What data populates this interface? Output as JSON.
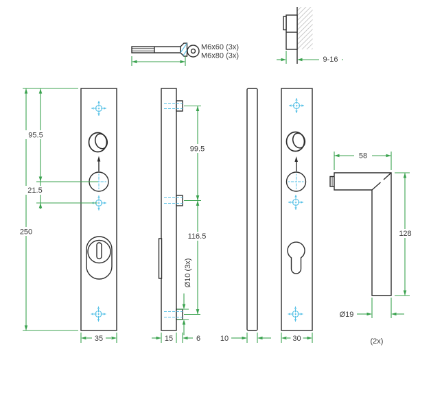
{
  "screw": {
    "label_m6x60": "M6x60 (3x)",
    "label_m6x80": "M6x80 (3x)"
  },
  "wall_detail": {
    "backset_dim": "9-16"
  },
  "outer_plate_front": {
    "cylinder_offset_dim": "95.5",
    "handle_offset_dim": "21.5",
    "height_dim": "250",
    "width_dim": "35"
  },
  "outer_plate_side": {
    "upper_hole_spacing_dim": "99.5",
    "lower_hole_spacing_dim": "116.5",
    "boss_dim": "Ø10 (3x)",
    "thickness_dim": "15",
    "boss_protrusion_dim": "6"
  },
  "cover_plate": {
    "thickness_dim": "10"
  },
  "inner_plate": {
    "width_dim": "30"
  },
  "handle": {
    "arm_length_dim": "58",
    "grip_length_dim": "128",
    "diameter_dim": "Ø19",
    "quantity_label": "(2x)"
  },
  "colors": {
    "outline": "#2d2d2d",
    "dimension_green": "#3aa24e",
    "centermark_cyan": "#55c0e6",
    "hatch_gray": "#c4c4c4",
    "label_text": "#3b3b3b",
    "background": "#ffffff"
  }
}
